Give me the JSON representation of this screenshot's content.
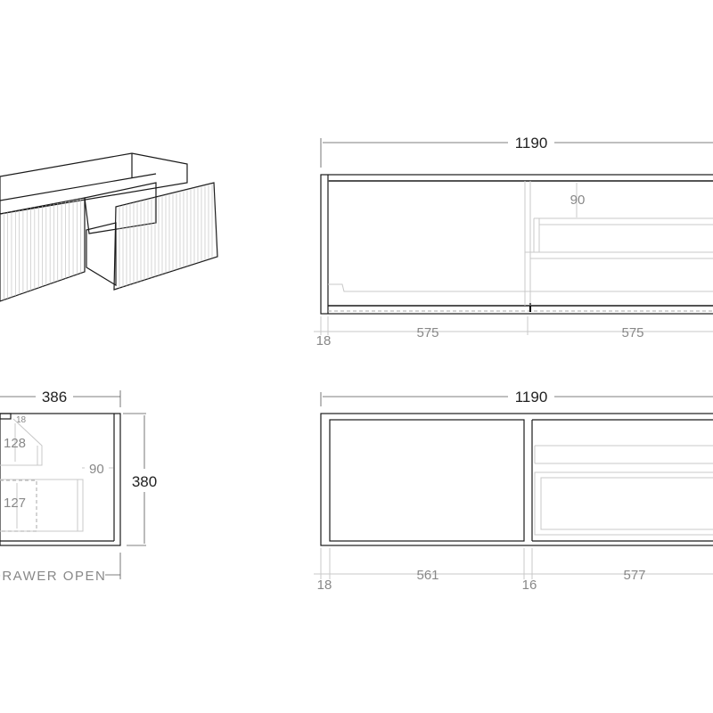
{
  "colors": {
    "outline": "#1a1a1a",
    "hidden_lines": "#c8c8c8",
    "dimension_text": "#888888"
  },
  "front_view_drawer": {
    "overall_width": "1190",
    "inner_drawer_offset": "90",
    "side_thickness": "18",
    "left_width": "575",
    "right_width": "575"
  },
  "front_view_open": {
    "overall_width": "1190",
    "side_thickness": "18",
    "left_width": "561",
    "divider": "16",
    "right_width": "577"
  },
  "side_view": {
    "depth": "386",
    "height": "380",
    "panel": "18",
    "upper_drawer": "128",
    "offset": "90",
    "lower_drawer": "127",
    "note": "DRAWER OPEN"
  }
}
